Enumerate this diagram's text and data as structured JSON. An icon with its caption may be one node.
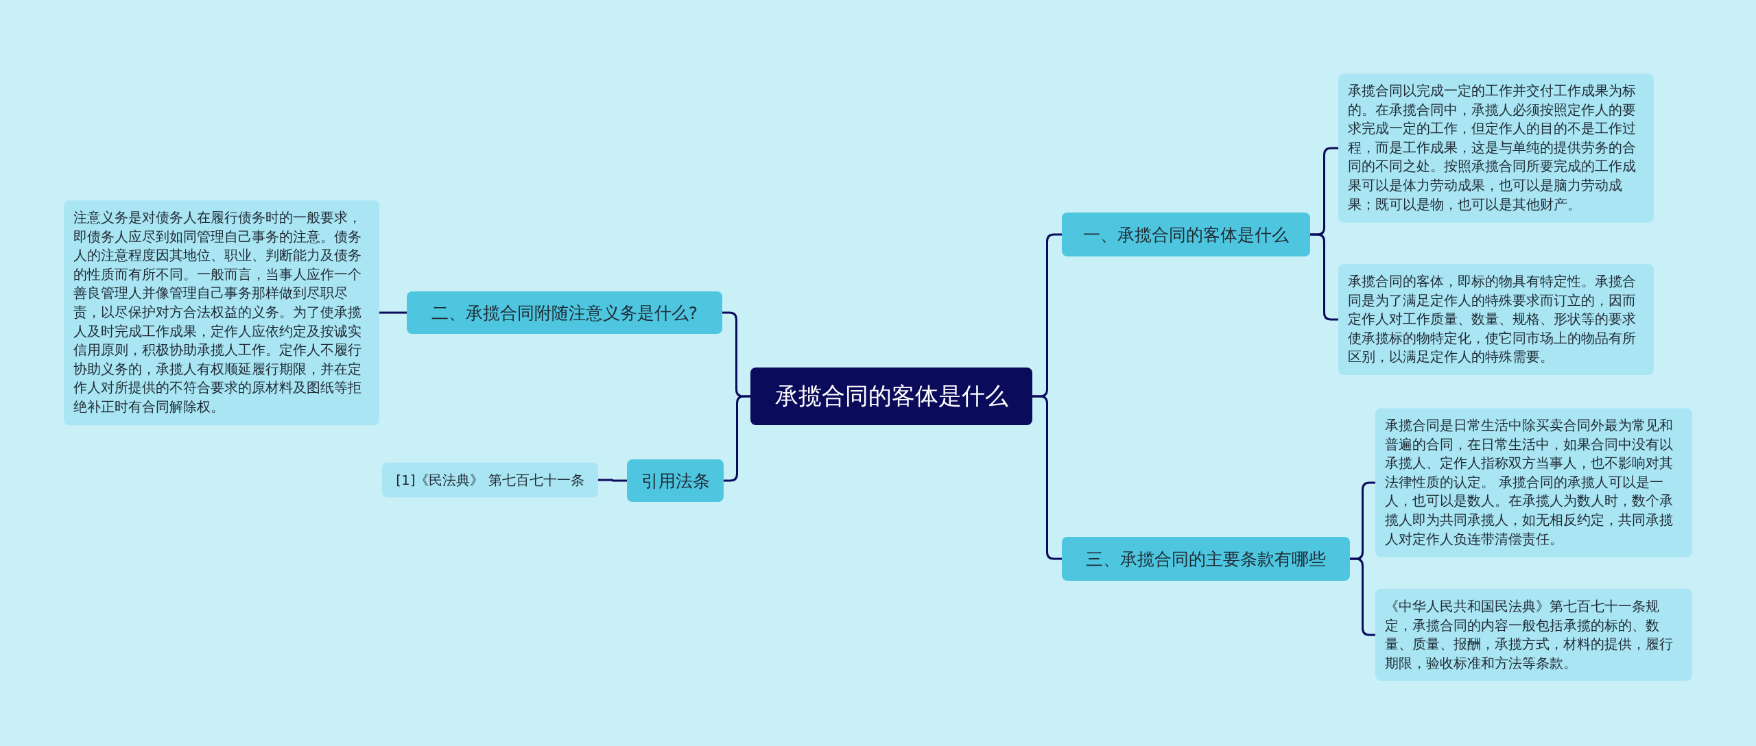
{
  "diagram": {
    "nodes": [
      {
        "text": [
          "承揽合同的客体是什么"
        ]
      },
      {
        "text": [
          "一、承揽合同的客体是什么"
        ]
      },
      {
        "text": [
          "承揽合同以完成一定的工作并交付工作成果为标的。在承揽合同中，承揽人必须按照定作人的要求完成一定的工作，但定作人的目的不是工作过程，而是工作成果，这是与单纯的提供劳务的合同的不同之处。按照承揽合同所要完成的工作成果可以是体力劳动成果，也可以是脑力劳动成果；既可以是物，也可以是其他财产。"
        ]
      },
      {
        "text": [
          "承揽合同的客体，即标的物具有特定性。承揽合同是为了满足定作人的特殊要求而订立的，因而定作人对工作质量、数量、规格、形状等的要求使承揽标的物特定化，使它同市场上的物品有所区别，以满足定作人的特殊需要。"
        ]
      },
      {
        "text": [
          "三、承揽合同的主要条款有哪些"
        ]
      },
      {
        "text": [
          "承揽合同是日常生活中除买卖合同外最为常见和普遍的合同，在日常生活中，如果合同中没有以承揽人、定作人指称双方当事人，也不影响对其法律性质的认定。 承揽合同的承揽人可以是一人，也可以是数人。在承揽人为数人时，数个承揽人即为共同承揽人，如无相反约定，共同承揽人对定作人负连带清偿责任。"
        ]
      },
      {
        "text": [
          "《中华人民共和国民法典》第七百七十一条规定，承揽合同的内容一般包括承揽的标的、数量、质量、报酬，承揽方式，材料的提供，履行期限，验收标准和方法等条款。"
        ]
      },
      {
        "text": [
          "二、承揽合同附随注意义务是什么?"
        ]
      },
      {
        "text": [
          "注意义务是对债务人在履行债务时的一般要求，即债务人应尽到如同管理自己事务的注意。债务人的注意程度因其地位、职业、判断能力及债务的性质而有所不同。一般而言，当事人应作一个善良管理人并像管理自己事务那样做到尽职尽责，以尽保护对方合法权益的义务。为了使承揽人及时完成工作成果，定作人应依约定及按诚实信用原则，积极协助承揽人工作。定作人不履行协助义务的，承揽人有权顺延履行期限，并在定作人对所提供的不符合要求的原材料及图纸等拒绝补正时有合同解除权。"
        ]
      },
      {
        "text": [
          "引用法条"
        ]
      },
      {
        "text": [
          "[1]《民法典》 第七百七十一条"
        ]
      }
    ],
    "edges": [
      {
        "from": 0,
        "to": 1,
        "arrow": "none"
      },
      {
        "from": 1,
        "to": 2,
        "arrow": "none"
      },
      {
        "from": 1,
        "to": 3,
        "arrow": "none"
      },
      {
        "from": 0,
        "to": 4,
        "arrow": "none"
      },
      {
        "from": 4,
        "to": 5,
        "arrow": "none"
      },
      {
        "from": 4,
        "to": 6,
        "arrow": "none"
      },
      {
        "from": 0,
        "to": 7,
        "arrow": "none"
      },
      {
        "from": 7,
        "to": 8,
        "arrow": "none"
      },
      {
        "from": 0,
        "to": 9,
        "arrow": "none"
      },
      {
        "from": 9,
        "to": 10,
        "arrow": "none"
      }
    ]
  }
}
